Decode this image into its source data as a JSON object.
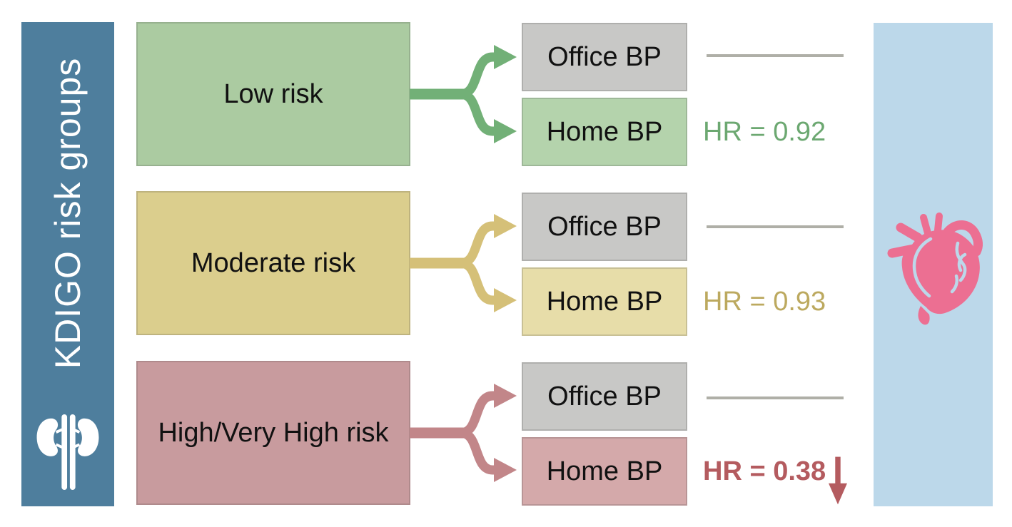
{
  "figure": {
    "left_panel": {
      "label": "KDIGO risk groups",
      "icon": "kidneys-icon",
      "bg_color": "#4E7E9D",
      "text_color": "#FFFFFF"
    },
    "right_panel": {
      "icon": "heart-icon",
      "bg_color": "#BCD8EA",
      "heart_color": "#EC6F92"
    },
    "office_box_color": "#C8C8C6",
    "line_color": "#AFAFA7",
    "rows": [
      {
        "risk_label": "Low risk",
        "office_label": "Office BP",
        "home_label": "Home BP",
        "hr_label": "HR = 0.92",
        "risk_color": "#ABCBA1",
        "home_color": "#B4D3AC",
        "arrow_color": "#72B077",
        "hr_color": "#6CA871",
        "hr_bold": false,
        "hr_down_arrow": false
      },
      {
        "risk_label": "Moderate risk",
        "office_label": "Office BP",
        "home_label": "Home BP",
        "hr_label": "HR = 0.93",
        "risk_color": "#DBCE8D",
        "home_color": "#E7DDA9",
        "arrow_color": "#D5C078",
        "hr_color": "#BCA95F",
        "hr_bold": false,
        "hr_down_arrow": false
      },
      {
        "risk_label": "High/Very High risk",
        "office_label": "Office BP",
        "home_label": "Home BP",
        "hr_label": "HR = 0.38",
        "risk_color": "#C89B9E",
        "home_color": "#D4A9AA",
        "arrow_color": "#C28689",
        "hr_color": "#B45B5F",
        "hr_bold": true,
        "hr_down_arrow": true
      }
    ]
  }
}
